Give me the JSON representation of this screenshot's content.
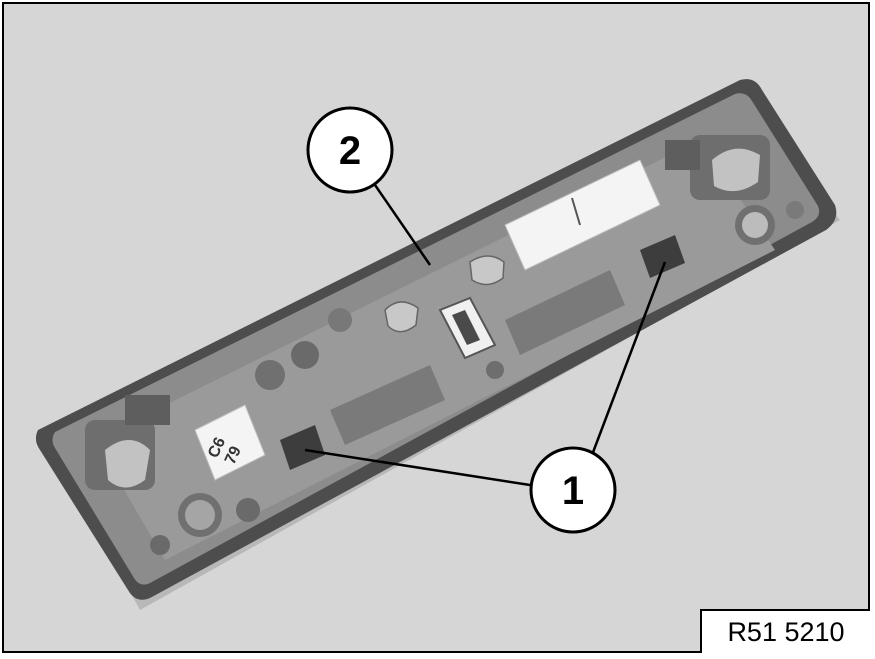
{
  "figure": {
    "reference": "R51 5210",
    "callouts": [
      "1",
      "2"
    ],
    "label_texts": [
      "C6",
      "79"
    ],
    "colors": {
      "background": "#d6d6d6",
      "plate_body": "#8f8f8f",
      "plate_rim": "#4a4a4a",
      "label_white": "#f4f4f4",
      "callout_fill": "#ffffff",
      "leader": "#000000"
    }
  }
}
